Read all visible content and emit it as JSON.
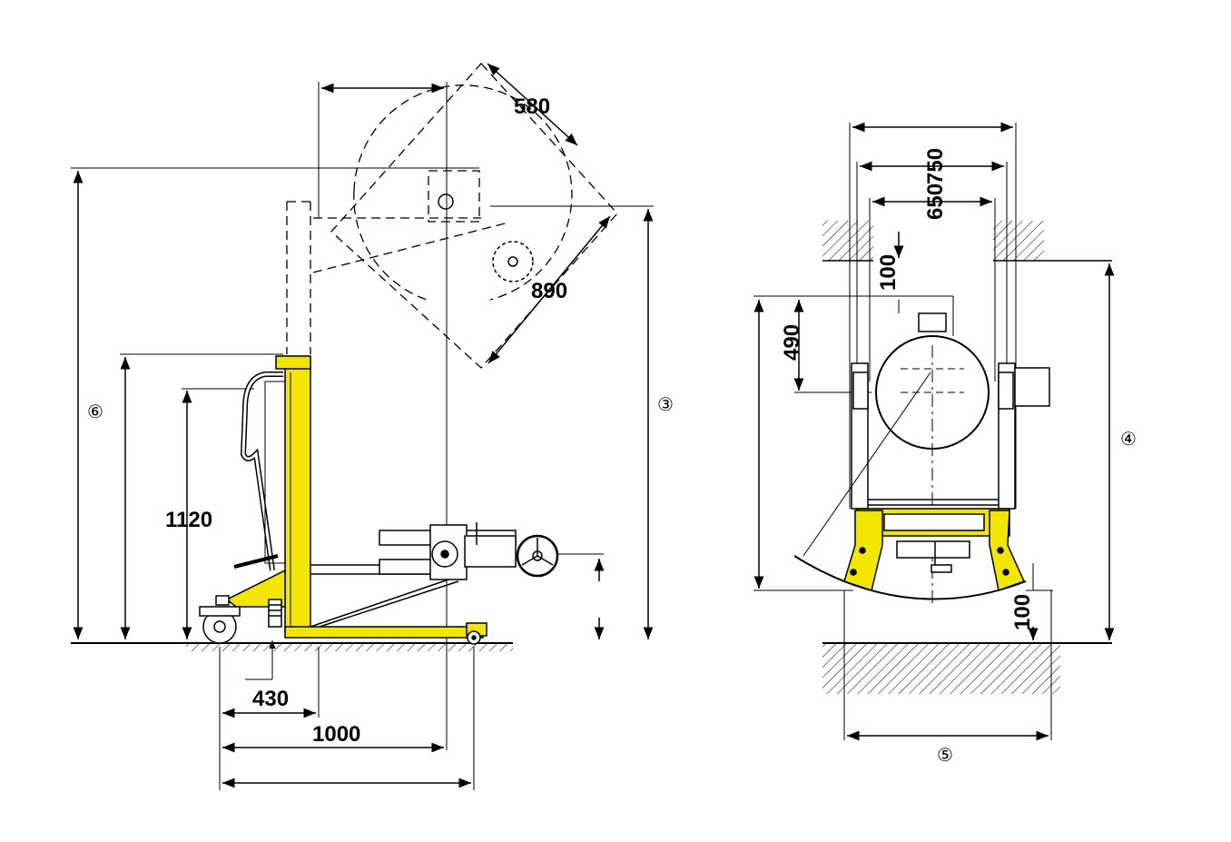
{
  "side_view": {
    "dimensions": {
      "tilt_width": "580",
      "tilt_depth": "890",
      "handle_height": "1120",
      "front_wheel_offset": "430",
      "reach": "1000"
    },
    "refs": {
      "overall_height": "⑥",
      "max_lift_height": "③"
    }
  },
  "front_view": {
    "dimensions": {
      "outer_width": "750",
      "inner_width": "650",
      "top_clearance": "100",
      "drum_offset": "490",
      "ground_clearance": "100"
    },
    "refs": {
      "height": "④",
      "base_width": "⑤"
    }
  },
  "colors": {
    "frame_yellow": "#f2e600",
    "line": "#000000"
  }
}
